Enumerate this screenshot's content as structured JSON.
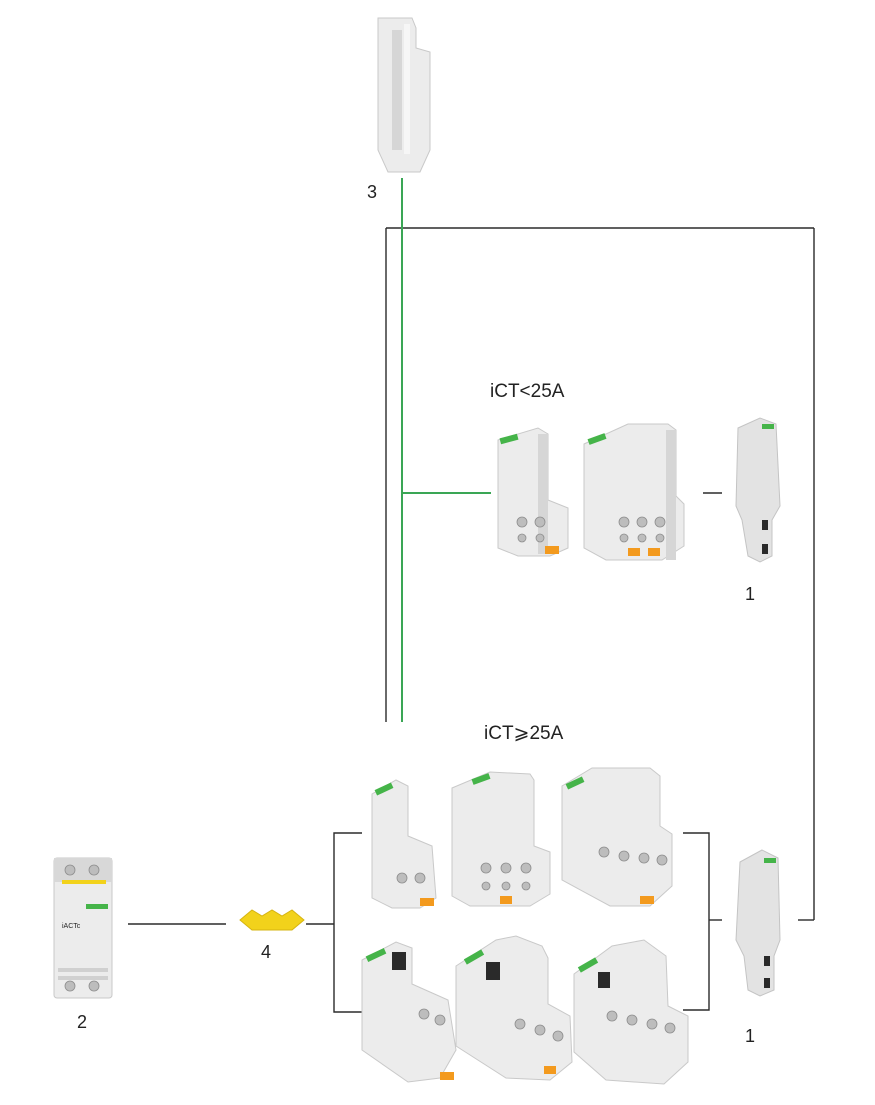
{
  "labels": {
    "group_small": "iCT<25A",
    "group_large": "iCT⩾25A"
  },
  "callouts": {
    "auxiliary_top": "1",
    "auxiliary_bottom": "1",
    "interface_module": "2",
    "spacer": "3",
    "comb_link": "4"
  },
  "module_text": {
    "ict_plus_front": "iACTc"
  },
  "colors": {
    "wire": "#2b2b2b",
    "green_wire": "#3aa655",
    "accent_green": "#45b449",
    "terminal_orange": "#f39a1e",
    "comb_yellow": "#f2d21b"
  }
}
